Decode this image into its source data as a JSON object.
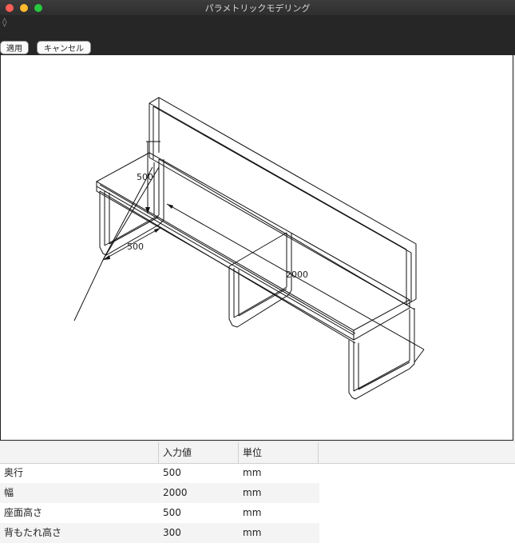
{
  "window": {
    "title": "パラメトリックモデリング"
  },
  "toolbar": {
    "apply_label": "適用",
    "cancel_label": "キャンセル"
  },
  "drawing": {
    "dimensions": {
      "depth": "500",
      "seat_height": "500",
      "width": "2000"
    }
  },
  "table": {
    "headers": [
      "",
      "入力値",
      "単位"
    ],
    "rows": [
      {
        "name": "奥行",
        "value": "500",
        "unit": "mm"
      },
      {
        "name": "幅",
        "value": "2000",
        "unit": "mm"
      },
      {
        "name": "座面高さ",
        "value": "500",
        "unit": "mm"
      },
      {
        "name": "背もたれ高さ",
        "value": "300",
        "unit": "mm"
      }
    ]
  },
  "colors": {
    "titlebar": "#2e2e2e",
    "toolbar": "#262626",
    "canvas": "#ffffff",
    "line": "#111111"
  }
}
